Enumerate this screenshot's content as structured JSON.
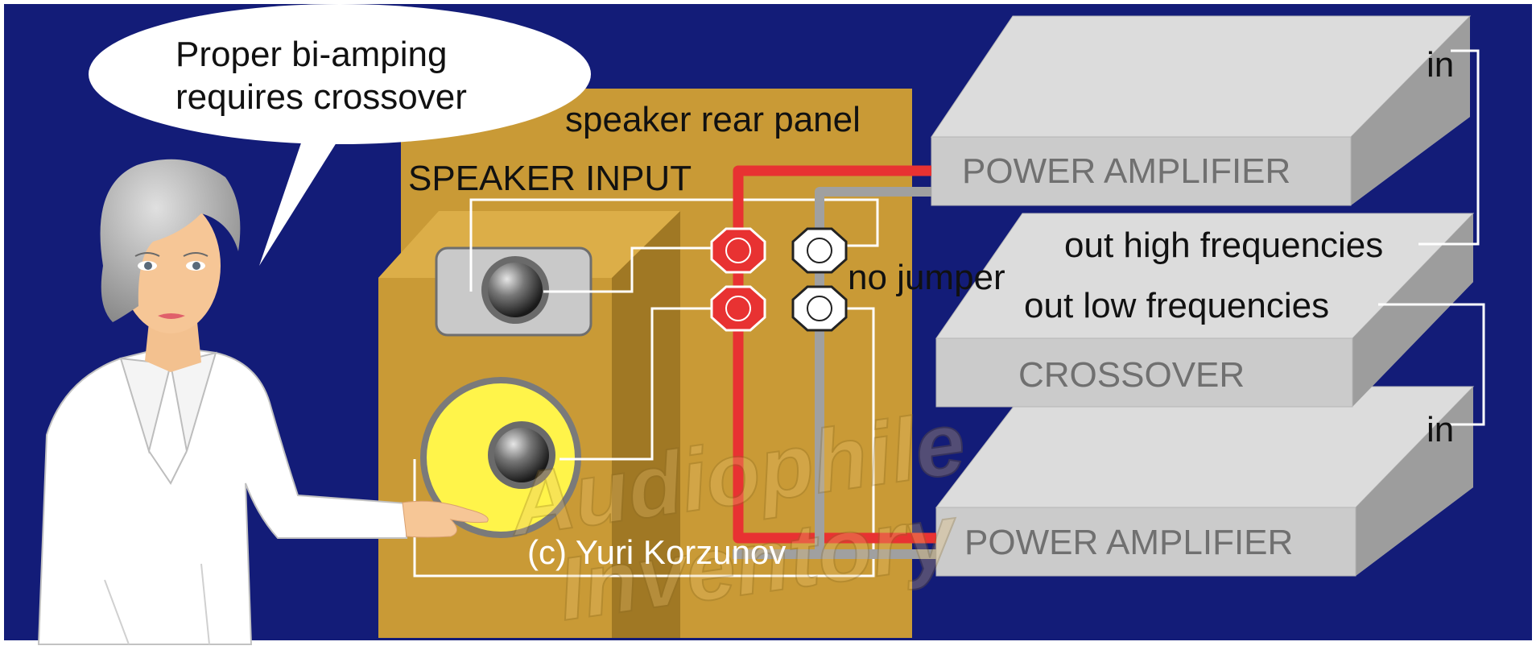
{
  "speech": {
    "line1": "Proper bi-amping",
    "line2": "requires crossover"
  },
  "panel": {
    "title": "speaker rear panel",
    "input_label": "SPEAKER INPUT",
    "jumper_label": "no jumper"
  },
  "amp_top": {
    "label": "POWER AMPLIFIER",
    "in_label": "in"
  },
  "crossover": {
    "label": "CROSSOVER",
    "out_high": "out high frequencies",
    "out_low": "out low frequencies"
  },
  "amp_bottom": {
    "label": "POWER AMPLIFIER",
    "in_label": "in"
  },
  "copyright": "(c) Yuri Korzunov",
  "watermark": {
    "line1": "Audiophile",
    "line2": "Inventory"
  },
  "colors": {
    "background": "#131c78",
    "cabinet": "#c99a36",
    "amp_face": "#c9c9c9",
    "red_wire": "#e83232",
    "gray_wire": "#a0a0a0",
    "woofer": "#fff44a"
  },
  "icons": {
    "woman": "presenter-woman-icon",
    "woofer": "woofer-speaker-icon",
    "tweeter": "tweeter-speaker-icon",
    "terminal": "binding-post-icon"
  }
}
